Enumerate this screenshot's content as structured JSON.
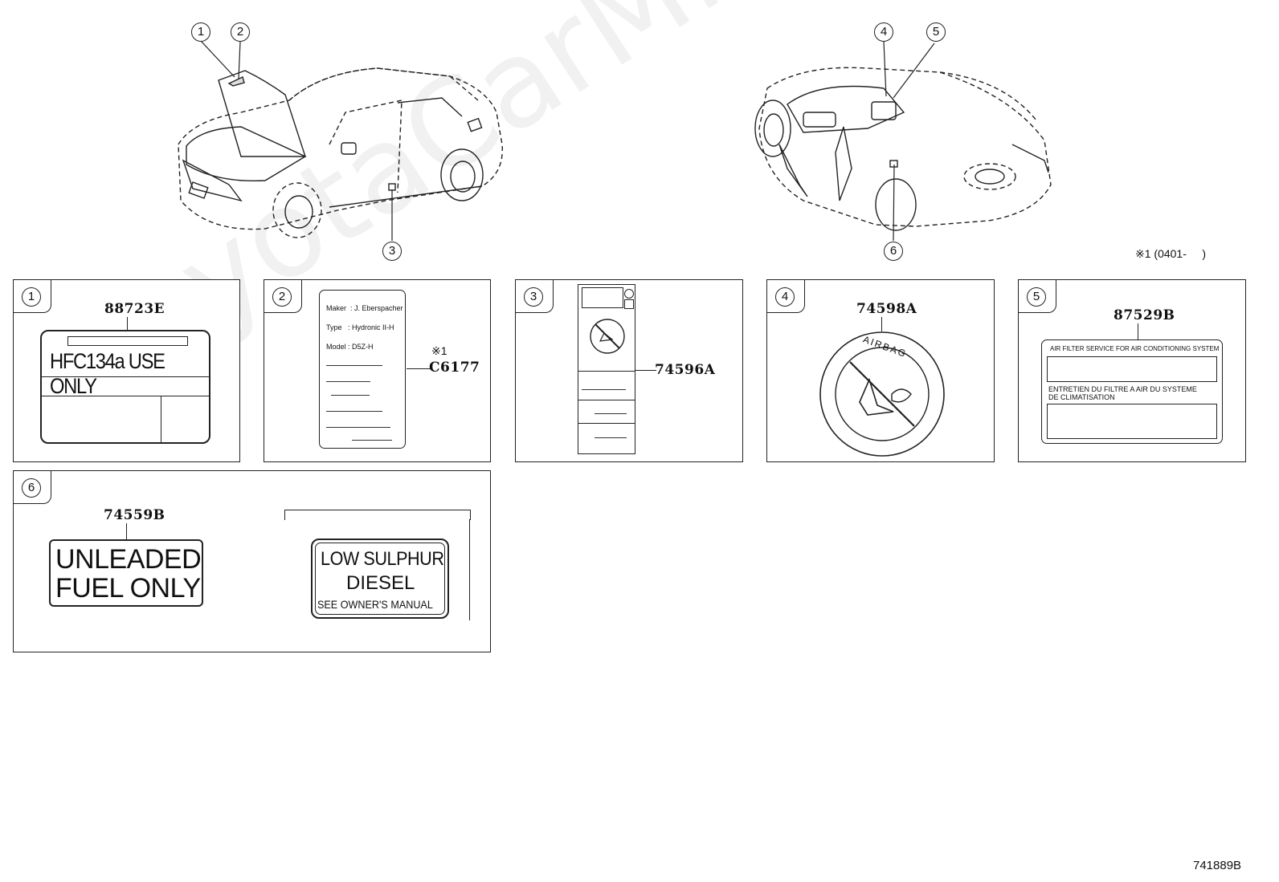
{
  "callouts": {
    "c1": "1",
    "c2": "2",
    "c3": "3",
    "c4": "4",
    "c5": "5",
    "c6": "6"
  },
  "footnote": "※1 (0401-     )",
  "panels": {
    "p1": {
      "number": "1",
      "part_no": "88723E",
      "label_text": "HFC134a USE ONLY"
    },
    "p2": {
      "number": "2",
      "note": "※1",
      "part_no": "C6177",
      "lines": [
        "Maker  : J. Eberspacher",
        "Type   : Hydronic II-H",
        "Model : D5Z-H"
      ]
    },
    "p3": {
      "number": "3",
      "part_no": "74596A"
    },
    "p4": {
      "number": "4",
      "part_no": "74598A",
      "ring_text": "AIRBAG"
    },
    "p5": {
      "number": "5",
      "part_no": "87529B",
      "line1": "AIR FILTER SERVICE FOR AIR CONDITIONING SYSTEM",
      "line2": "ENTRETIEN DU FILTRE A AIR DU SYSTEME",
      "line3": "DE CLIMATISATION"
    },
    "p6": {
      "number": "6",
      "part_no": "74559B",
      "left_line1": "UNLEADED",
      "left_line2": "FUEL ONLY",
      "right_line1": "LOW SULPHUR",
      "right_line2": "DIESEL",
      "right_line3": "SEE OWNER'S MANUAL"
    }
  },
  "watermark": "ToyotaCarMine.ru",
  "drawing_id": "741889B"
}
